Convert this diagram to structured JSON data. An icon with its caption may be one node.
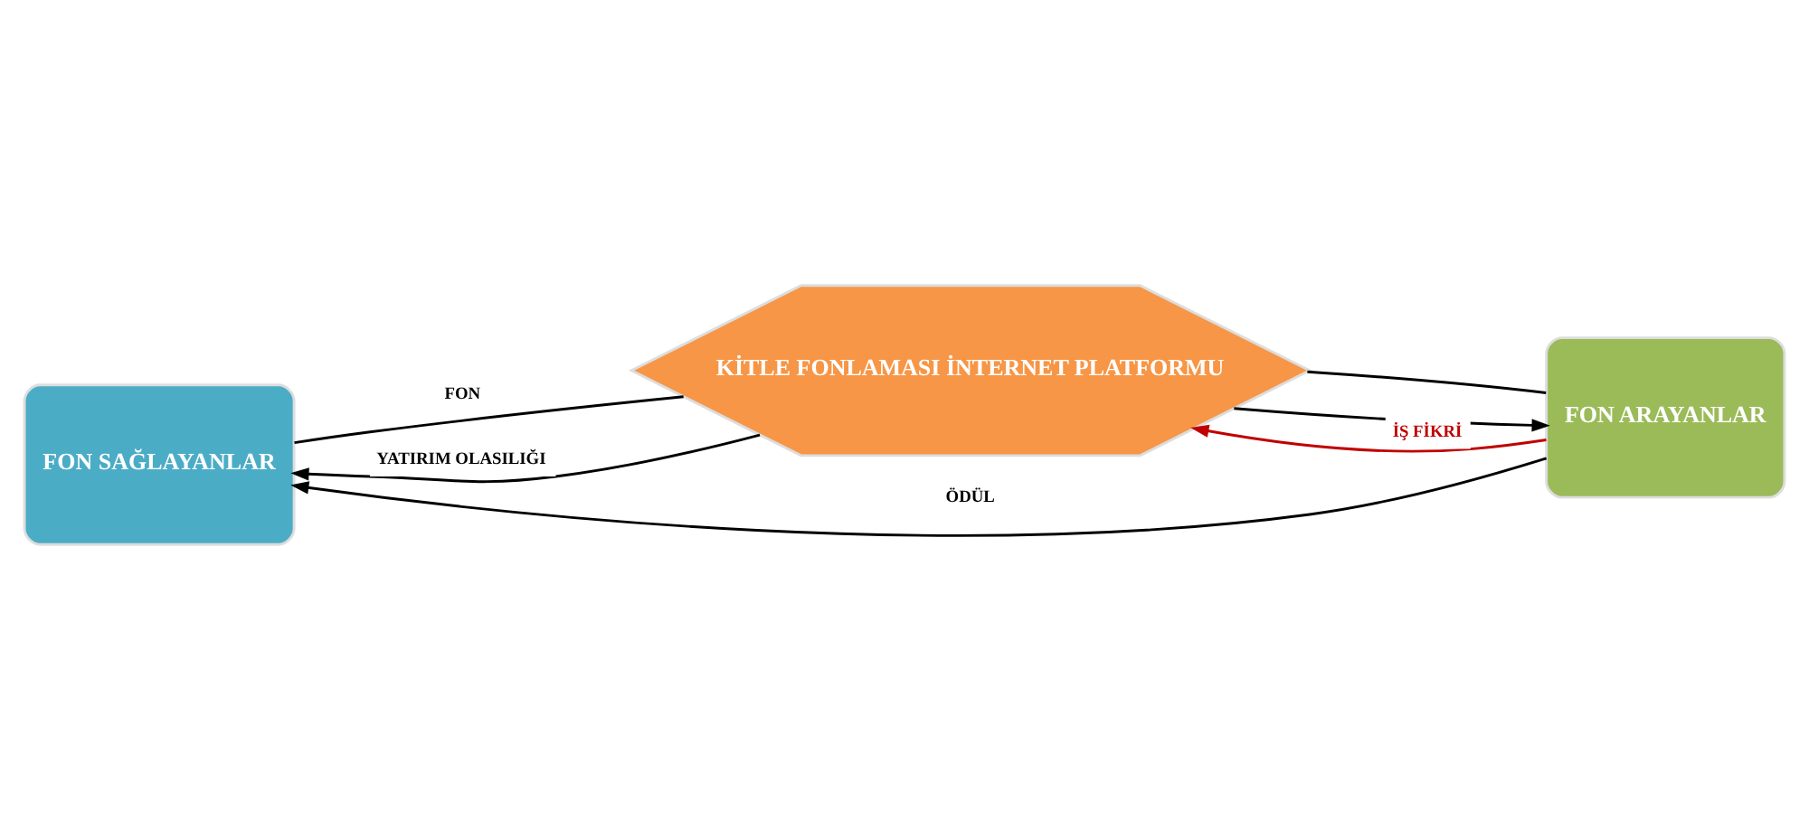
{
  "diagram": {
    "nodes": [
      {
        "text": [
          "FON SAĞLAYANLAR"
        ]
      },
      {
        "text": [
          "KİTLE FONLAMASI İNTERNET PLATFORMU"
        ]
      },
      {
        "text": [
          "FON ARAYANLAR"
        ]
      }
    ],
    "edges": [
      {
        "from": 0,
        "to": 1,
        "arrow": "none",
        "label": "FON"
      },
      {
        "from": 1,
        "to": 2,
        "arrow": "to"
      },
      {
        "from": 2,
        "to": 1,
        "arrow": "to",
        "label": "İŞ FİKRİ",
        "color": "#c00000"
      },
      {
        "from": 2,
        "to": 1,
        "arrow": "none"
      },
      {
        "from": 1,
        "to": 0,
        "arrow": "to",
        "label": "YATIRIM OLASILIĞI"
      },
      {
        "from": 2,
        "to": 0,
        "arrow": "to",
        "label": "ÖDÜL"
      }
    ]
  }
}
